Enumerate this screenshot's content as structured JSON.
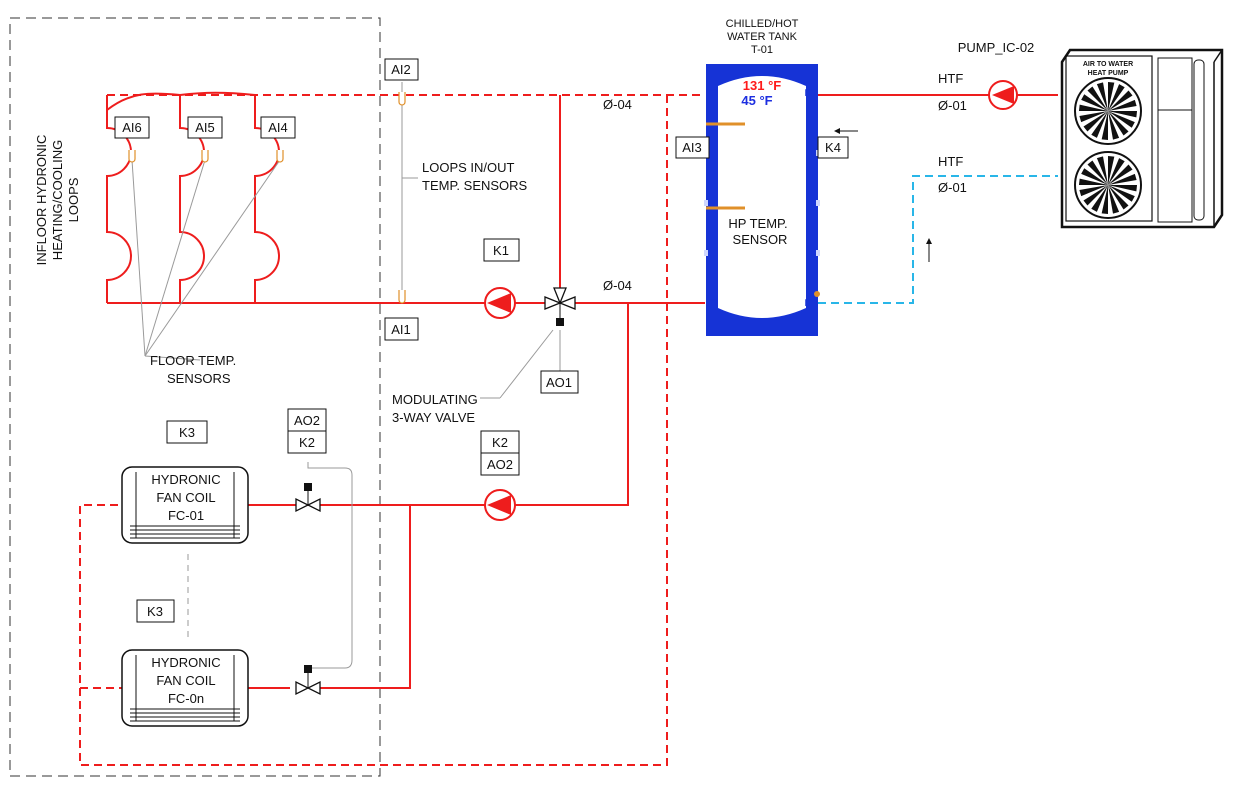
{
  "tank": {
    "label_line1": "CHILLED/HOT",
    "label_line2": "WATER TANK",
    "label_line3": "T-01",
    "hot_temp": "131 °F",
    "cold_temp": "45 °F",
    "sensor_line1": "HP TEMP.",
    "sensor_line2": "SENSOR"
  },
  "heat_pump": {
    "pump_label": "PUMP_IC-02",
    "unit_line1": "AIR TO WATER",
    "unit_line2": "HEAT PUMP"
  },
  "pipes": {
    "htf_top": "HTF",
    "dia_top": "Ø-01",
    "htf_bottom": "HTF",
    "dia_bottom": "Ø-01",
    "loop_supply_dia": "Ø-04",
    "loop_return_dia": "Ø-04"
  },
  "sensors": {
    "ai1": "AI1",
    "ai2": "AI2",
    "ai3": "AI3",
    "ai4": "AI4",
    "ai5": "AI5",
    "ai6": "AI6",
    "ao1": "AO1",
    "ao2_valve": "AO2",
    "ao2_pump": "AO2",
    "k1": "K1",
    "k2_valve": "K2",
    "k2_pump": "K2",
    "k3_fc01": "K3",
    "k3_fc0n": "K3",
    "k4": "K4"
  },
  "labels": {
    "infloor_line1": "INFLOOR HYDRONIC",
    "infloor_line2": "HEATING/COOLING",
    "infloor_line3": "LOOPS",
    "loops_sensor_line1": "LOOPS IN/OUT",
    "loops_sensor_line2": "TEMP. SENSORS",
    "floor_sensor_line1": "FLOOR TEMP.",
    "floor_sensor_line2": "SENSORS",
    "valve_line1": "MODULATING",
    "valve_line2": "3-WAY VALVE"
  },
  "fan_coils": [
    {
      "line1": "HYDRONIC",
      "line2": "FAN COIL",
      "line3": "FC-01"
    },
    {
      "line1": "HYDRONIC",
      "line2": "FAN COIL",
      "line3": "FC-0n"
    }
  ],
  "colors": {
    "supply": "#ee1d1d",
    "chilled": "#29b6e8",
    "tank_blue": "#1633d6",
    "hot_text": "#ff1a1a",
    "cold_text": "#1d2fe0",
    "sensor_orange": "#e0902a"
  }
}
